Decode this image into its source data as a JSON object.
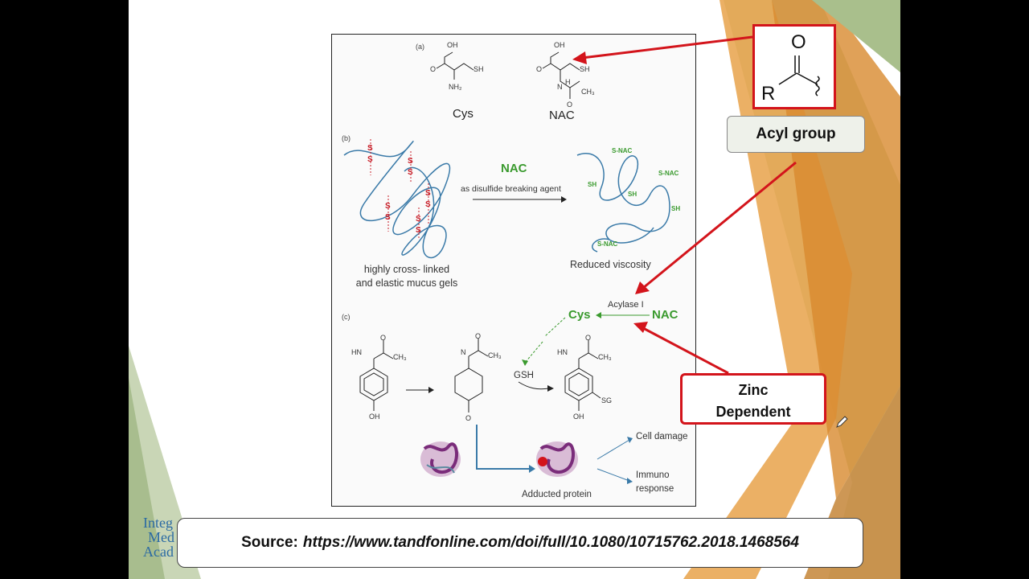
{
  "slide": {
    "callouts": {
      "acyl_group": "Acyl group",
      "zinc_line1": "Zinc",
      "zinc_line2": "Dependent"
    },
    "acyl_structure": {
      "oxygen": "O",
      "r_group": "R"
    },
    "source": {
      "prefix": "Source:",
      "url": "https://www.tandfonline.com/doi/full/10.1080/10715762.2018.1468564"
    },
    "logo_partial": [
      "Integ",
      "Med",
      "Acad"
    ]
  },
  "figure": {
    "panel_a": {
      "tag": "(a)",
      "cys_label": "Cys",
      "nac_label": "NAC",
      "atoms": {
        "oh": "OH",
        "o": "O",
        "sh": "SH",
        "nh2": "NH₂",
        "h": "H",
        "n": "N",
        "ch3": "CH₃"
      }
    },
    "panel_b": {
      "tag": "(b)",
      "agent": "NAC",
      "agent_caption": "as disulfide breaking agent",
      "left_caption": [
        "highly cross- linked",
        "and elastic mucus gels"
      ],
      "right_caption": "Reduced viscosity",
      "disulfide": "S",
      "snac": "S-NAC",
      "sh": "SH"
    },
    "panel_c": {
      "tag": "(c)",
      "cys": "Cys",
      "enzyme": "Acylase I",
      "nac": "NAC",
      "gsh": "GSH",
      "atoms": {
        "hn": "HN",
        "n": "N",
        "o": "O",
        "oh": "OH",
        "ch3": "CH₃",
        "sg": "SG"
      },
      "cell_damage": "Cell damage",
      "immuno": [
        "Immuno",
        "response"
      ],
      "adducted": "Adducted protein"
    }
  },
  "colors": {
    "callout_red": "#d3141b",
    "figure_green": "#3a9a2e",
    "disulfide_red": "#c8202a",
    "chain_blue": "#3a7aa8",
    "deco_orange": "#e38c2c",
    "deco_green": "#a9bf8c"
  }
}
